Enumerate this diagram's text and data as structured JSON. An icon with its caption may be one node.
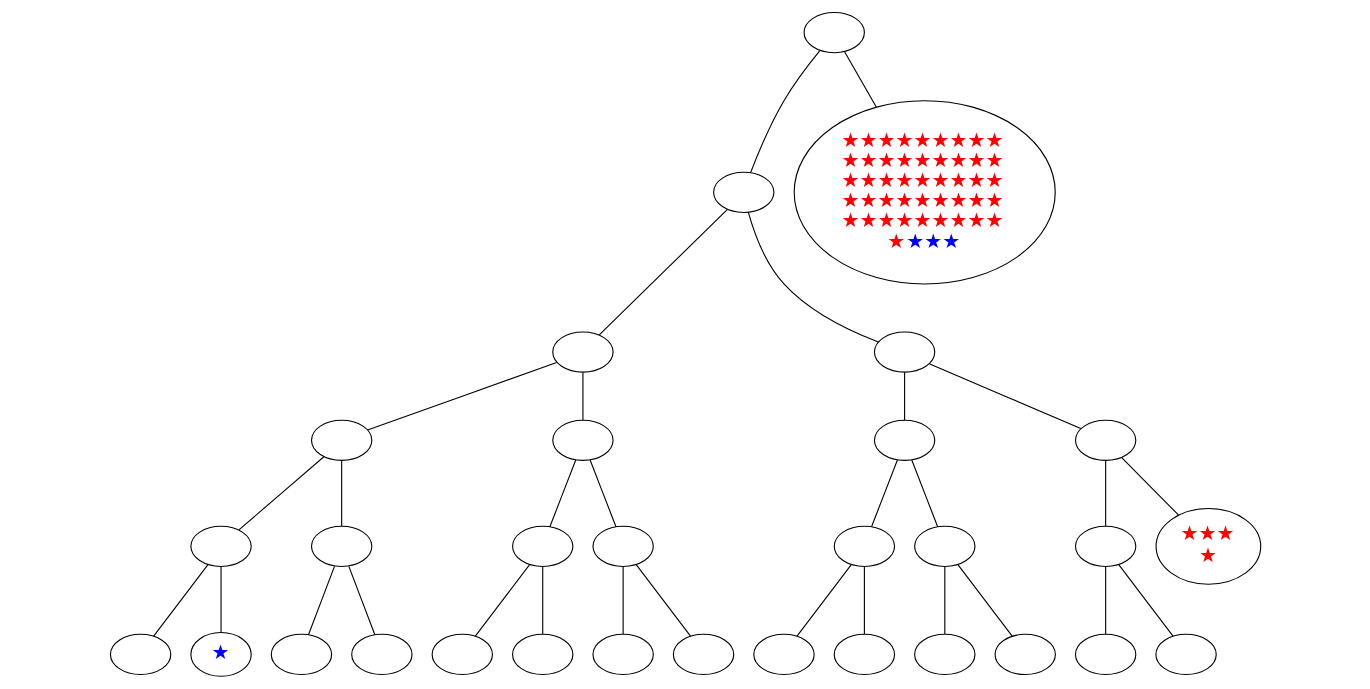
{
  "diagram": {
    "nodes": [
      {
        "text": [],
        "shape": "ellipse"
      },
      {
        "text": [],
        "shape": "ellipse"
      },
      {
        "text": [
          "★★★★★★★★★★★★★★★★★★★★★★★★★★★★★★★★★★★★★★★★★★★★★★★★★"
        ]
      },
      {
        "text": [],
        "shape": "ellipse"
      },
      {
        "text": [],
        "shape": "ellipse"
      },
      {
        "text": [],
        "shape": "ellipse"
      },
      {
        "text": [],
        "shape": "ellipse"
      },
      {
        "text": [],
        "shape": "ellipse"
      },
      {
        "text": [],
        "shape": "ellipse"
      },
      {
        "text": [],
        "shape": "ellipse"
      },
      {
        "text": [],
        "shape": "ellipse"
      },
      {
        "text": [],
        "shape": "ellipse"
      },
      {
        "text": [],
        "shape": "ellipse"
      },
      {
        "text": [],
        "shape": "ellipse"
      },
      {
        "text": [],
        "shape": "ellipse"
      },
      {
        "text": [],
        "shape": "ellipse"
      },
      {
        "text": [
          "★★★★"
        ]
      },
      {
        "text": [],
        "shape": "ellipse"
      },
      {
        "text": [
          "★"
        ]
      },
      {
        "text": [],
        "shape": "ellipse"
      },
      {
        "text": [],
        "shape": "ellipse"
      },
      {
        "text": [],
        "shape": "ellipse"
      },
      {
        "text": [],
        "shape": "ellipse"
      },
      {
        "text": [],
        "shape": "ellipse"
      },
      {
        "text": [],
        "shape": "ellipse"
      },
      {
        "text": [],
        "shape": "ellipse"
      },
      {
        "text": [],
        "shape": "ellipse"
      },
      {
        "text": [],
        "shape": "ellipse"
      },
      {
        "text": [],
        "shape": "ellipse"
      },
      {
        "text": [],
        "shape": "ellipse"
      },
      {
        "text": [],
        "shape": "ellipse"
      }
    ],
    "edges": [
      {
        "from": 0,
        "to": 1,
        "arrow": "none"
      },
      {
        "from": 0,
        "to": 2,
        "arrow": "none"
      },
      {
        "from": 1,
        "to": 3,
        "arrow": "none"
      },
      {
        "from": 1,
        "to": 4,
        "arrow": "none"
      },
      {
        "from": 3,
        "to": 5,
        "arrow": "none"
      },
      {
        "from": 3,
        "to": 6,
        "arrow": "none"
      },
      {
        "from": 4,
        "to": 7,
        "arrow": "none"
      },
      {
        "from": 4,
        "to": 8,
        "arrow": "none"
      },
      {
        "from": 5,
        "to": 9,
        "arrow": "none"
      },
      {
        "from": 5,
        "to": 10,
        "arrow": "none"
      },
      {
        "from": 6,
        "to": 11,
        "arrow": "none"
      },
      {
        "from": 6,
        "to": 12,
        "arrow": "none"
      },
      {
        "from": 7,
        "to": 13,
        "arrow": "none"
      },
      {
        "from": 7,
        "to": 14,
        "arrow": "none"
      },
      {
        "from": 8,
        "to": 15,
        "arrow": "none"
      },
      {
        "from": 8,
        "to": 16,
        "arrow": "none"
      },
      {
        "from": 9,
        "to": 17,
        "arrow": "none"
      },
      {
        "from": 9,
        "to": 18,
        "arrow": "none"
      },
      {
        "from": 10,
        "to": 19,
        "arrow": "none"
      },
      {
        "from": 10,
        "to": 20,
        "arrow": "none"
      },
      {
        "from": 11,
        "to": 21,
        "arrow": "none"
      },
      {
        "from": 11,
        "to": 22,
        "arrow": "none"
      },
      {
        "from": 12,
        "to": 23,
        "arrow": "none"
      },
      {
        "from": 12,
        "to": 24,
        "arrow": "none"
      },
      {
        "from": 13,
        "to": 25,
        "arrow": "none"
      },
      {
        "from": 13,
        "to": 26,
        "arrow": "none"
      },
      {
        "from": 14,
        "to": 27,
        "arrow": "none"
      },
      {
        "from": 14,
        "to": 28,
        "arrow": "none"
      },
      {
        "from": 15,
        "to": 29,
        "arrow": "none"
      },
      {
        "from": 15,
        "to": 30,
        "arrow": "none"
      }
    ]
  }
}
